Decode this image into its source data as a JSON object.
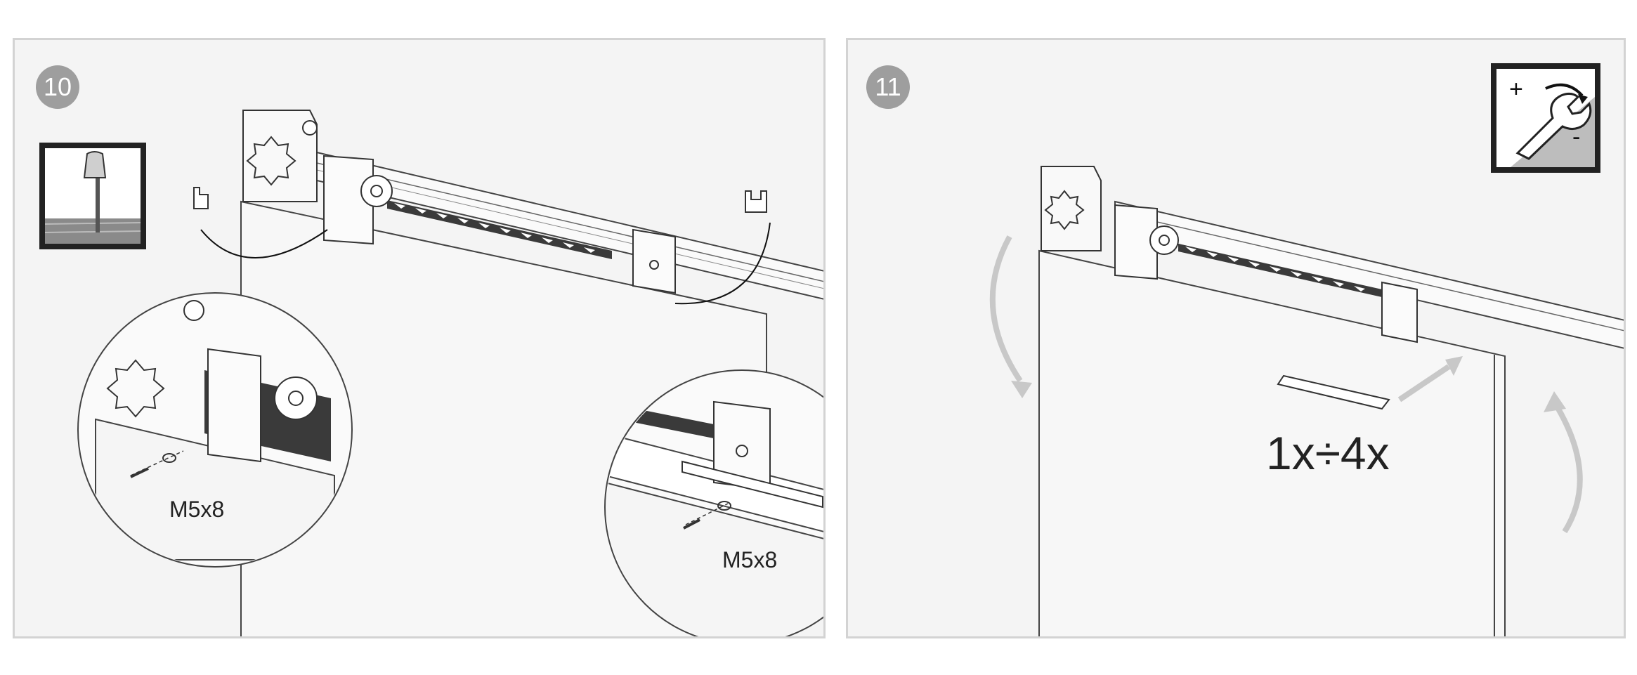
{
  "steps": [
    {
      "number": "10",
      "screw_left": "M5x8",
      "screw_right": "M5x8",
      "tool_icon": "drill-screwdriver-icon"
    },
    {
      "number": "11",
      "quantity": "1x÷4x",
      "tool_icon": "adjust-wrench-icon"
    }
  ],
  "colors": {
    "panel_bg": "#f4f4f4",
    "panel_border": "#d3d3d3",
    "badge": "#9e9e9e",
    "arrow_gray": "#c8c8c8",
    "line": "#333333"
  }
}
